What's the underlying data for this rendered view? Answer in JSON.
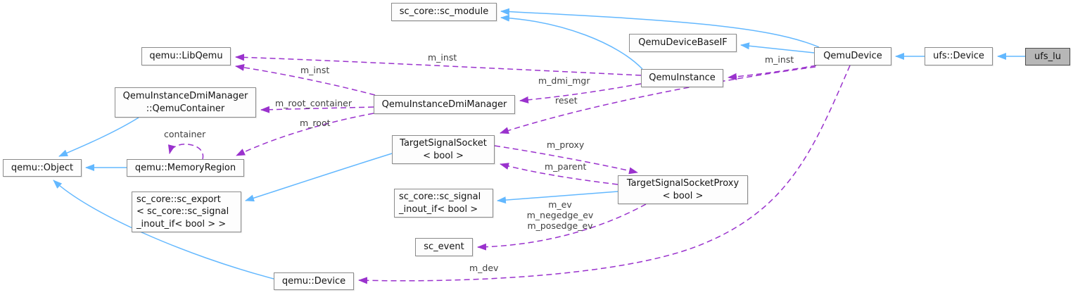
{
  "diagram": {
    "kind": "doxygen-collaboration-diagram",
    "colors": {
      "inheritance_edge": "#63b8ff",
      "usage_edge": "#9a32cd",
      "node_background": "#fdfdfd",
      "node_border": "#8b8b8b",
      "focus_node_background": "#b7b7b7",
      "edge_label_text": "#3f3f3f"
    },
    "nodes": {
      "sc_module": {
        "label": "sc_core::sc_module"
      },
      "libqemu": {
        "label": "qemu::LibQemu"
      },
      "qemu_device_base_if": {
        "label": "QemuDeviceBaseIF"
      },
      "qemu_instance": {
        "label": "QemuInstance"
      },
      "qemu_device": {
        "label": "QemuDevice"
      },
      "ufs_device": {
        "label": "ufs::Device"
      },
      "ufs_lu": {
        "label": "ufs_lu"
      },
      "qemu_container": {
        "lines": [
          "QemuInstanceDmiManager",
          "::QemuContainer"
        ]
      },
      "dmi_manager": {
        "label": "QemuInstanceDmiManager"
      },
      "target_signal_socket": {
        "lines": [
          "TargetSignalSocket",
          "< bool >"
        ]
      },
      "qemu_object": {
        "label": "qemu::Object"
      },
      "memory_region": {
        "label": "qemu::MemoryRegion"
      },
      "sc_export": {
        "lines": [
          "sc_core::sc_export",
          "< sc_core::sc_signal",
          "_inout_if< bool  > >"
        ]
      },
      "sc_signal_inout_if": {
        "lines": [
          "sc_core::sc_signal",
          "_inout_if< bool >"
        ]
      },
      "proxy": {
        "lines": [
          "TargetSignalSocketProxy",
          "< bool >"
        ]
      },
      "sc_event": {
        "label": "sc_event"
      },
      "qemu_device_member": {
        "label": "qemu::Device"
      }
    },
    "edge_labels": {
      "m_inst_device": "m_inst",
      "m_inst_instance": "m_inst",
      "m_inst_dmimgr": "m_inst",
      "m_dmi_mgr": "m_dmi_mgr",
      "reset": "reset",
      "m_root_container": "m_root_container",
      "m_root": "m_root",
      "container": "container",
      "m_proxy": "m_proxy",
      "m_parent": "m_parent",
      "m_ev_group": [
        "m_ev",
        "m_negedge_ev",
        "m_posedge_ev"
      ],
      "m_dev": "m_dev"
    }
  }
}
